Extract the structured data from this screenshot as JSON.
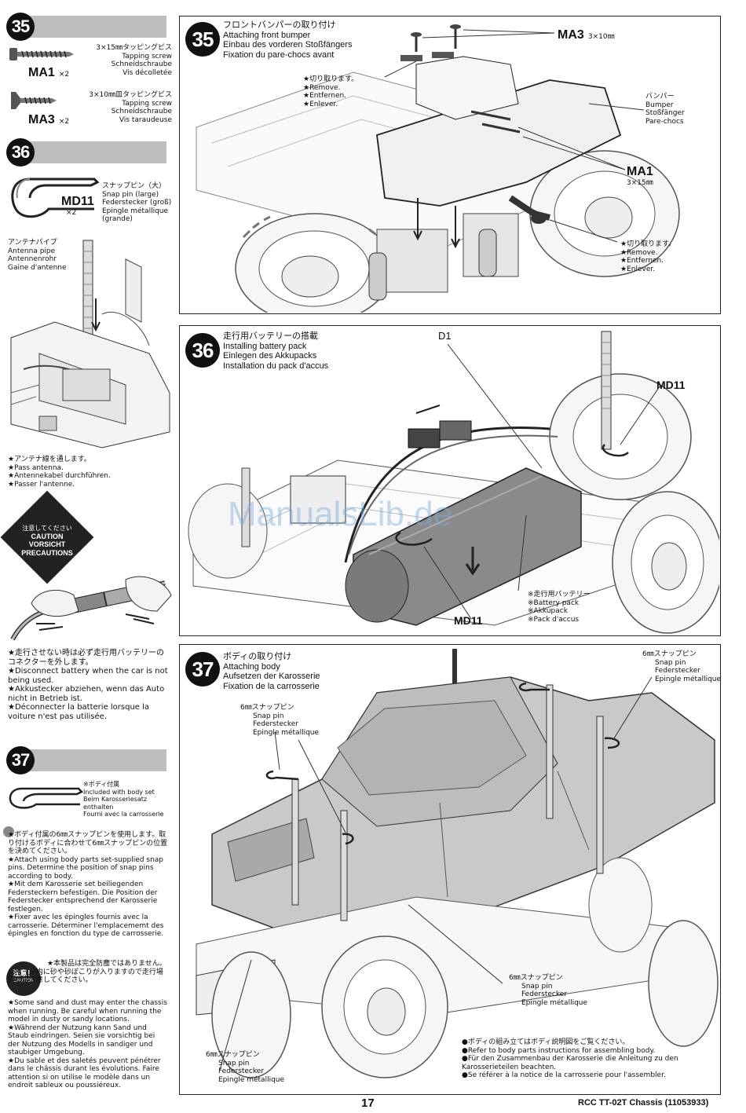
{
  "left": {
    "step35": {
      "number": "35",
      "ma1": {
        "size": "3×15㎜タッピングビス",
        "en": "Tapping screw",
        "de": "Schneidschraube",
        "fr": "Vis décolletée",
        "code": "MA1",
        "qty": "×2"
      },
      "ma3": {
        "size": "3×10㎜皿タッピングビス",
        "en": "Tapping screw",
        "de": "Schneidschraube",
        "fr": "Vis taraudeuse",
        "code": "MA3",
        "qty": "×2"
      }
    },
    "step36": {
      "number": "36",
      "md11": {
        "jp": "スナップピン（大）",
        "en": "Snap pin (large)",
        "de": "Federstecker (groß)",
        "fr": "Epingle métallique (grande)",
        "code": "MD11",
        "qty": "×2"
      },
      "antenna": {
        "jp": "アンテナパイプ",
        "en": "Antenna pipe",
        "de": "Antennenrohr",
        "fr": "Gaine d'antenne"
      },
      "pass": {
        "jp": "★アンテナ線を通します。",
        "en": "★Pass antenna.",
        "de": "★Antennekabel durchführen.",
        "fr": "★Passer l'antenne."
      },
      "caution_label": {
        "jp": "注意してください",
        "en": "CAUTION",
        "de": "VORSICHT",
        "fr": "PRECAUTIONS"
      },
      "battery_note": {
        "jp": "★走行させない時は必ず走行用バッテリーのコネクターを外します。",
        "en": "★Disconnect battery when the car is not being used.",
        "de": "★Akkustecker abziehen, wenn das Auto nicht in Betrieb ist.",
        "fr": "★Déconnecter la batterie lorsque la voiture n'est pas utilisée."
      }
    },
    "step37": {
      "number": "37",
      "included": {
        "jp": "※ボディ付属",
        "en": "Included with body set",
        "de": "Beim Karosseriesatz enthalten",
        "fr": "Fourni avec la carrosserie"
      },
      "attach_note": {
        "jp": "★ボディ付属の6㎜スナップピンを使用します。取り付けるボディに合わせて6㎜スナップピンの位置を決めてください。",
        "en": "★Attach using body parts set-supplied snap pins. Determine the position of snap pins according to body.",
        "de": "★Mit dem Karosserie set beiliegenden Federsteckern befestigen. Die Position der Federstecker entsprechend der Karosserie festlegen.",
        "fr": "★Fixer avec les épingles fournis avec la carrosserie. Déterminer l'emplacememt des épingles en fonction du type de carrosserie."
      },
      "caution_small": {
        "jp": "注意！",
        "en": "CAUTION"
      },
      "sand_note": {
        "jp": "★本製品は完全防塵ではありません。シャーシ内に砂や砂ぼこりが入りますので走行場所には注意してください。",
        "en": "★Some sand and dust may enter the chassis when running. Be careful when running the model in dusty or sandy locations.",
        "de": "★Während der Nutzung kann Sand und Staub eindringen. Seien sie vorsichtig bei der Nutzung des Modells in sandiger und staubiger Umgebung.",
        "fr": "★Du sable et des saletés peuvent pénétrer dans le châssis durant les évolutions. Faire attention si on utilise le modèle dans un endroit sableux ou poussiéreux."
      }
    }
  },
  "main": {
    "s35": {
      "number": "35",
      "title_jp": "フロントバンパーの取り付け",
      "title_en": "Attaching front bumper",
      "title_de": "Einbau des vorderen Stoßfängers",
      "title_fr": "Fixation du pare-chocs avant",
      "remove1": {
        "jp": "★切り取ります。",
        "en": "★Remove.",
        "de": "★Entfernen.",
        "fr": "★Enlever."
      },
      "remove2": {
        "jp": "★切り取ります。",
        "en": "★Remove.",
        "de": "★Entfernen.",
        "fr": "★Enlever."
      },
      "ma3": {
        "code": "MA3",
        "size": "3×10㎜"
      },
      "ma1": {
        "code": "MA1",
        "size": "3×15㎜"
      },
      "bumper": {
        "jp": "バンパー",
        "en": "Bumper",
        "de": "Stoßfänger",
        "fr": "Pare-chocs"
      }
    },
    "s36": {
      "number": "36",
      "title_jp": "走行用バッテリーの搭載",
      "title_en": "Installing battery pack",
      "title_de": "Einlegen des Akkupacks",
      "title_fr": "Installation du pack d'accus",
      "d1": "D1",
      "md11_top": "MD11",
      "md11_bottom": "MD11",
      "battery": {
        "jp": "※走行用バッテリー",
        "en": "※Battery pack",
        "de": "※Akkupack",
        "fr": "※Pack d'accus"
      }
    },
    "s37": {
      "number": "37",
      "title_jp": "ボディの取り付け",
      "title_en": "Attaching body",
      "title_de": "Aufsetzen der Karosserie",
      "title_fr": "Fixation de la carrosserie",
      "pin_tr": {
        "jp": "6㎜スナップピン",
        "en": "Snap pin",
        "de": "Federstecker",
        "fr": "Epingle métallique"
      },
      "pin_tl": {
        "jp": "6㎜スナップピン",
        "en": "Snap pin",
        "de": "Federstecker",
        "fr": "Epingle métallique"
      },
      "pin_mid": {
        "jp": "6㎜スナップピン",
        "en": "Snap pin",
        "de": "Federstecker",
        "fr": "Epingle métallique"
      },
      "pin_bl": {
        "jp": "6㎜スナップピン",
        "en": "Snap pin",
        "de": "Federstecker",
        "fr": "Epingle métallique"
      },
      "refer": {
        "jp": "●ボディの組み立てはボディ説明図をご覧ください。",
        "en": "●Refer to body parts instructions for assembling body.",
        "de": "●Für den Zusammenbau der Karosserie die Anleitung zu den Karosserieteilen beachten.",
        "fr": "●Se référer à la notice de la carrosserie pour l'assembler."
      }
    }
  },
  "watermark": "ManualsLib.de",
  "footer": {
    "page": "17",
    "model": "RCC TT-02T Chassis (11053933)"
  }
}
